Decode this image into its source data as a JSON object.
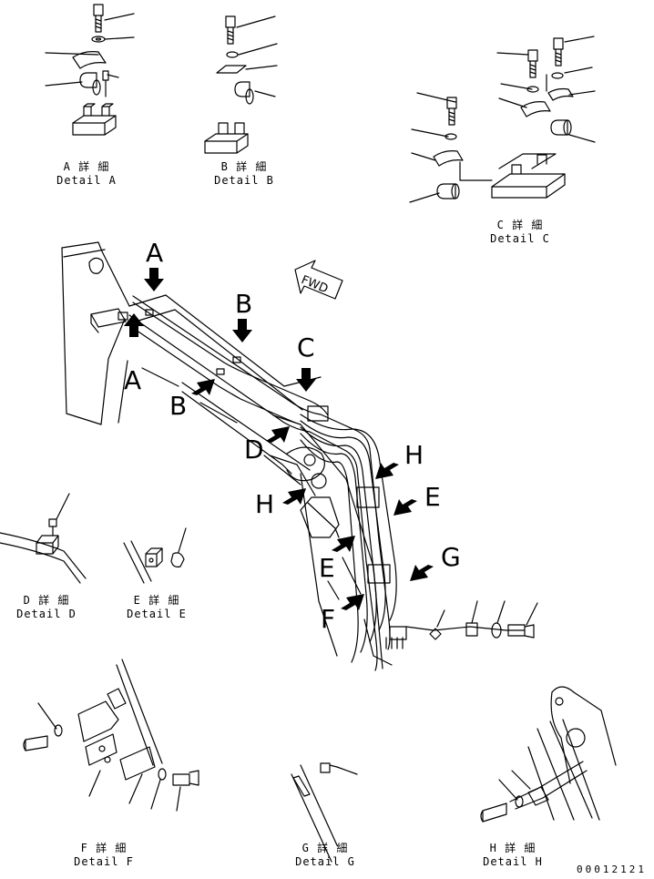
{
  "details": {
    "A": {
      "jp": "A 詳 細",
      "en": "Detail A"
    },
    "B": {
      "jp": "B 詳 細",
      "en": "Detail B"
    },
    "C": {
      "jp": "C 詳 細",
      "en": "Detail C"
    },
    "D": {
      "jp": "D 詳 細",
      "en": "Detail D"
    },
    "E": {
      "jp": "E 詳 細",
      "en": "Detail E"
    },
    "F": {
      "jp": "F 詳 細",
      "en": "Detail F"
    },
    "G": {
      "jp": "G 詳 細",
      "en": "Detail G"
    },
    "H": {
      "jp": "H 詳 細",
      "en": "Detail H"
    }
  },
  "callouts": {
    "A_top": "A",
    "A_low": "A",
    "B_top": "B",
    "B_low": "B",
    "C": "C",
    "D": "D",
    "H_left": "H",
    "H_right": "H",
    "E_right": "E",
    "E_low": "E",
    "F": "F",
    "G": "G"
  },
  "fwd_label": "FWD",
  "document_number": "00012121"
}
